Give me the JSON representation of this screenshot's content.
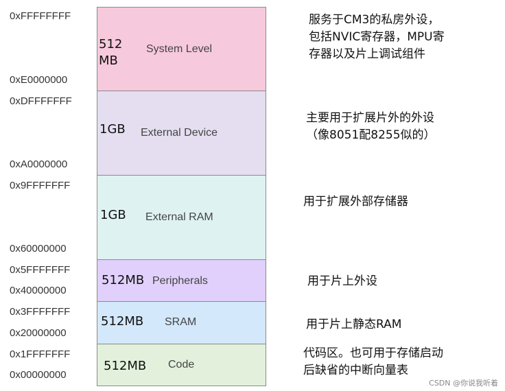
{
  "addresses": [
    "0xFFFFFFFF",
    "0xE0000000",
    "0xDFFFFFFF",
    "0xA0000000",
    "0x9FFFFFFF",
    "0x60000000",
    "0x5FFFFFFF",
    "0x40000000",
    "0x3FFFFFFF",
    "0x20000000",
    "0x1FFFFFFF",
    "0x00000000"
  ],
  "regions": [
    {
      "size_line1": "512",
      "size_line2": "MB",
      "name": "System Level",
      "color": "#f7c9dc",
      "desc_line1": "服务于CM3的私房外设，",
      "desc_line2": "包括NVIC寄存器，MPU寄",
      "desc_line3": "存器以及片上调试组件"
    },
    {
      "size": "1GB",
      "name": "External Device",
      "color": "#e4def0",
      "desc_line1": "主要用于扩展片外的外设",
      "desc_line2": "（像8051配8255似的）"
    },
    {
      "size": "1GB",
      "name": "External RAM",
      "color": "#dff2f2",
      "desc_line1": "用于扩展外部存储器"
    },
    {
      "size": "512MB",
      "name": "Peripherals",
      "color": "#e0d0fb",
      "desc_line1": "用于片上外设"
    },
    {
      "size": "512MB",
      "name": "SRAM",
      "color": "#d3e8fb",
      "desc_line1": "用于片上静态RAM"
    },
    {
      "size": "512MB",
      "name": "Code",
      "color": "#e3f1dc",
      "desc_line1": "代码区。也可用于存储启动",
      "desc_line2": "后缺省的中断向量表"
    }
  ],
  "watermark": "CSDN @你说我听着"
}
